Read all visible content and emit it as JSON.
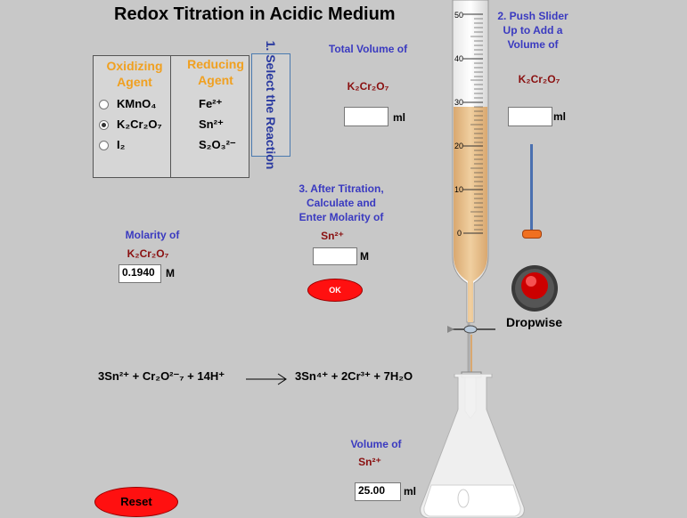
{
  "title": "Redox Titration in Acidic Medium",
  "panel": {
    "oxidizing_header": "Oxidizing Agent",
    "reducing_header": "Reducing Agent",
    "oxidizing_agents": [
      "KMnO₄",
      "K₂Cr₂O₇",
      "I₂"
    ],
    "selected_index": 1,
    "reducing_agents": [
      "Fe²⁺",
      "Sn²⁺",
      "S₂O₃²⁻"
    ]
  },
  "select_reaction": "1. Select the Reaction",
  "total_volume": {
    "label": "Total Volume of",
    "species": "K₂Cr₂O₇",
    "value": "",
    "unit": "ml"
  },
  "push_slider": {
    "label": "2. Push Slider Up to Add a Volume of",
    "species": "K₂Cr₂O₇",
    "value": "",
    "unit": "ml"
  },
  "after_titration": {
    "label": "3. After Titration, Calculate and Enter Molarity of",
    "species": "Sn²⁺",
    "value": "",
    "unit": "M"
  },
  "molarity": {
    "label": "Molarity of",
    "species": "K₂Cr₂O₇",
    "value": "0.1940",
    "unit": "M"
  },
  "ok_label": "OK",
  "dropwise_label": "Dropwise",
  "equation": {
    "left": "3Sn²⁺ + Cr₂O²⁻₇ + 14H⁺",
    "right": "3Sn⁴⁺ + 2Cr³⁺ + 7H₂O"
  },
  "volume_sn": {
    "label": "Volume of",
    "species": "Sn²⁺",
    "value": "25.00",
    "unit": "ml"
  },
  "reset_label": "Reset",
  "burette": {
    "scale_labels": [
      "50",
      "40",
      "30",
      "20",
      "10",
      "0"
    ],
    "liquid_color": "#e8c090"
  },
  "colors": {
    "button_red": "#ff1010",
    "label_blue": "#3a3ac0",
    "label_maroon": "#8a1010",
    "header_orange": "#f0a020"
  }
}
